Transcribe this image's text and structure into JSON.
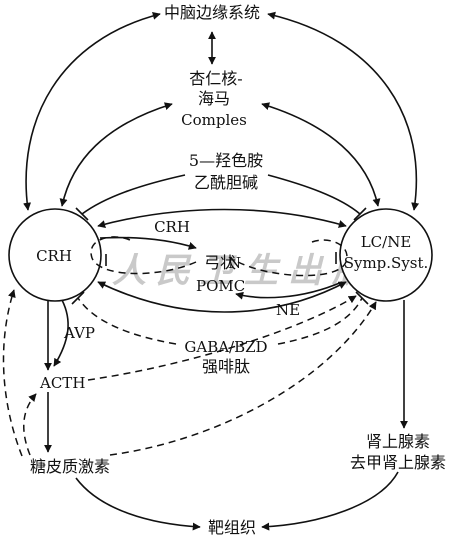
{
  "nodes": {
    "midbrain_limbic": "中脑边缘系统",
    "amygdala_l1": "杏仁核-",
    "amygdala_l2": "海马",
    "amygdala_l3": "Comples",
    "serotonin_l1": "5—羟色胺",
    "serotonin_l2": "乙酰胆碱",
    "crh_circle": "CRH",
    "lc_l1": "LC/NE",
    "lc_l2": "Symp.Syst.",
    "crh_arrow_label": "CRH",
    "arcuate_l1": "弓状",
    "arcuate_n": "N",
    "arcuate_l2": "POMC",
    "ne_label": "NE",
    "gaba_l1": "GABA/BZD",
    "gaba_l2": "强啡肽",
    "avp": "AVP",
    "acth": "ACTH",
    "glucocorticoid": "糖皮质激素",
    "adrenaline_l1": "肾上腺素",
    "adrenaline_l2": "去甲肾上腺素",
    "target_tissue": "靶组织"
  },
  "watermark": "人民卫生出版社"
}
